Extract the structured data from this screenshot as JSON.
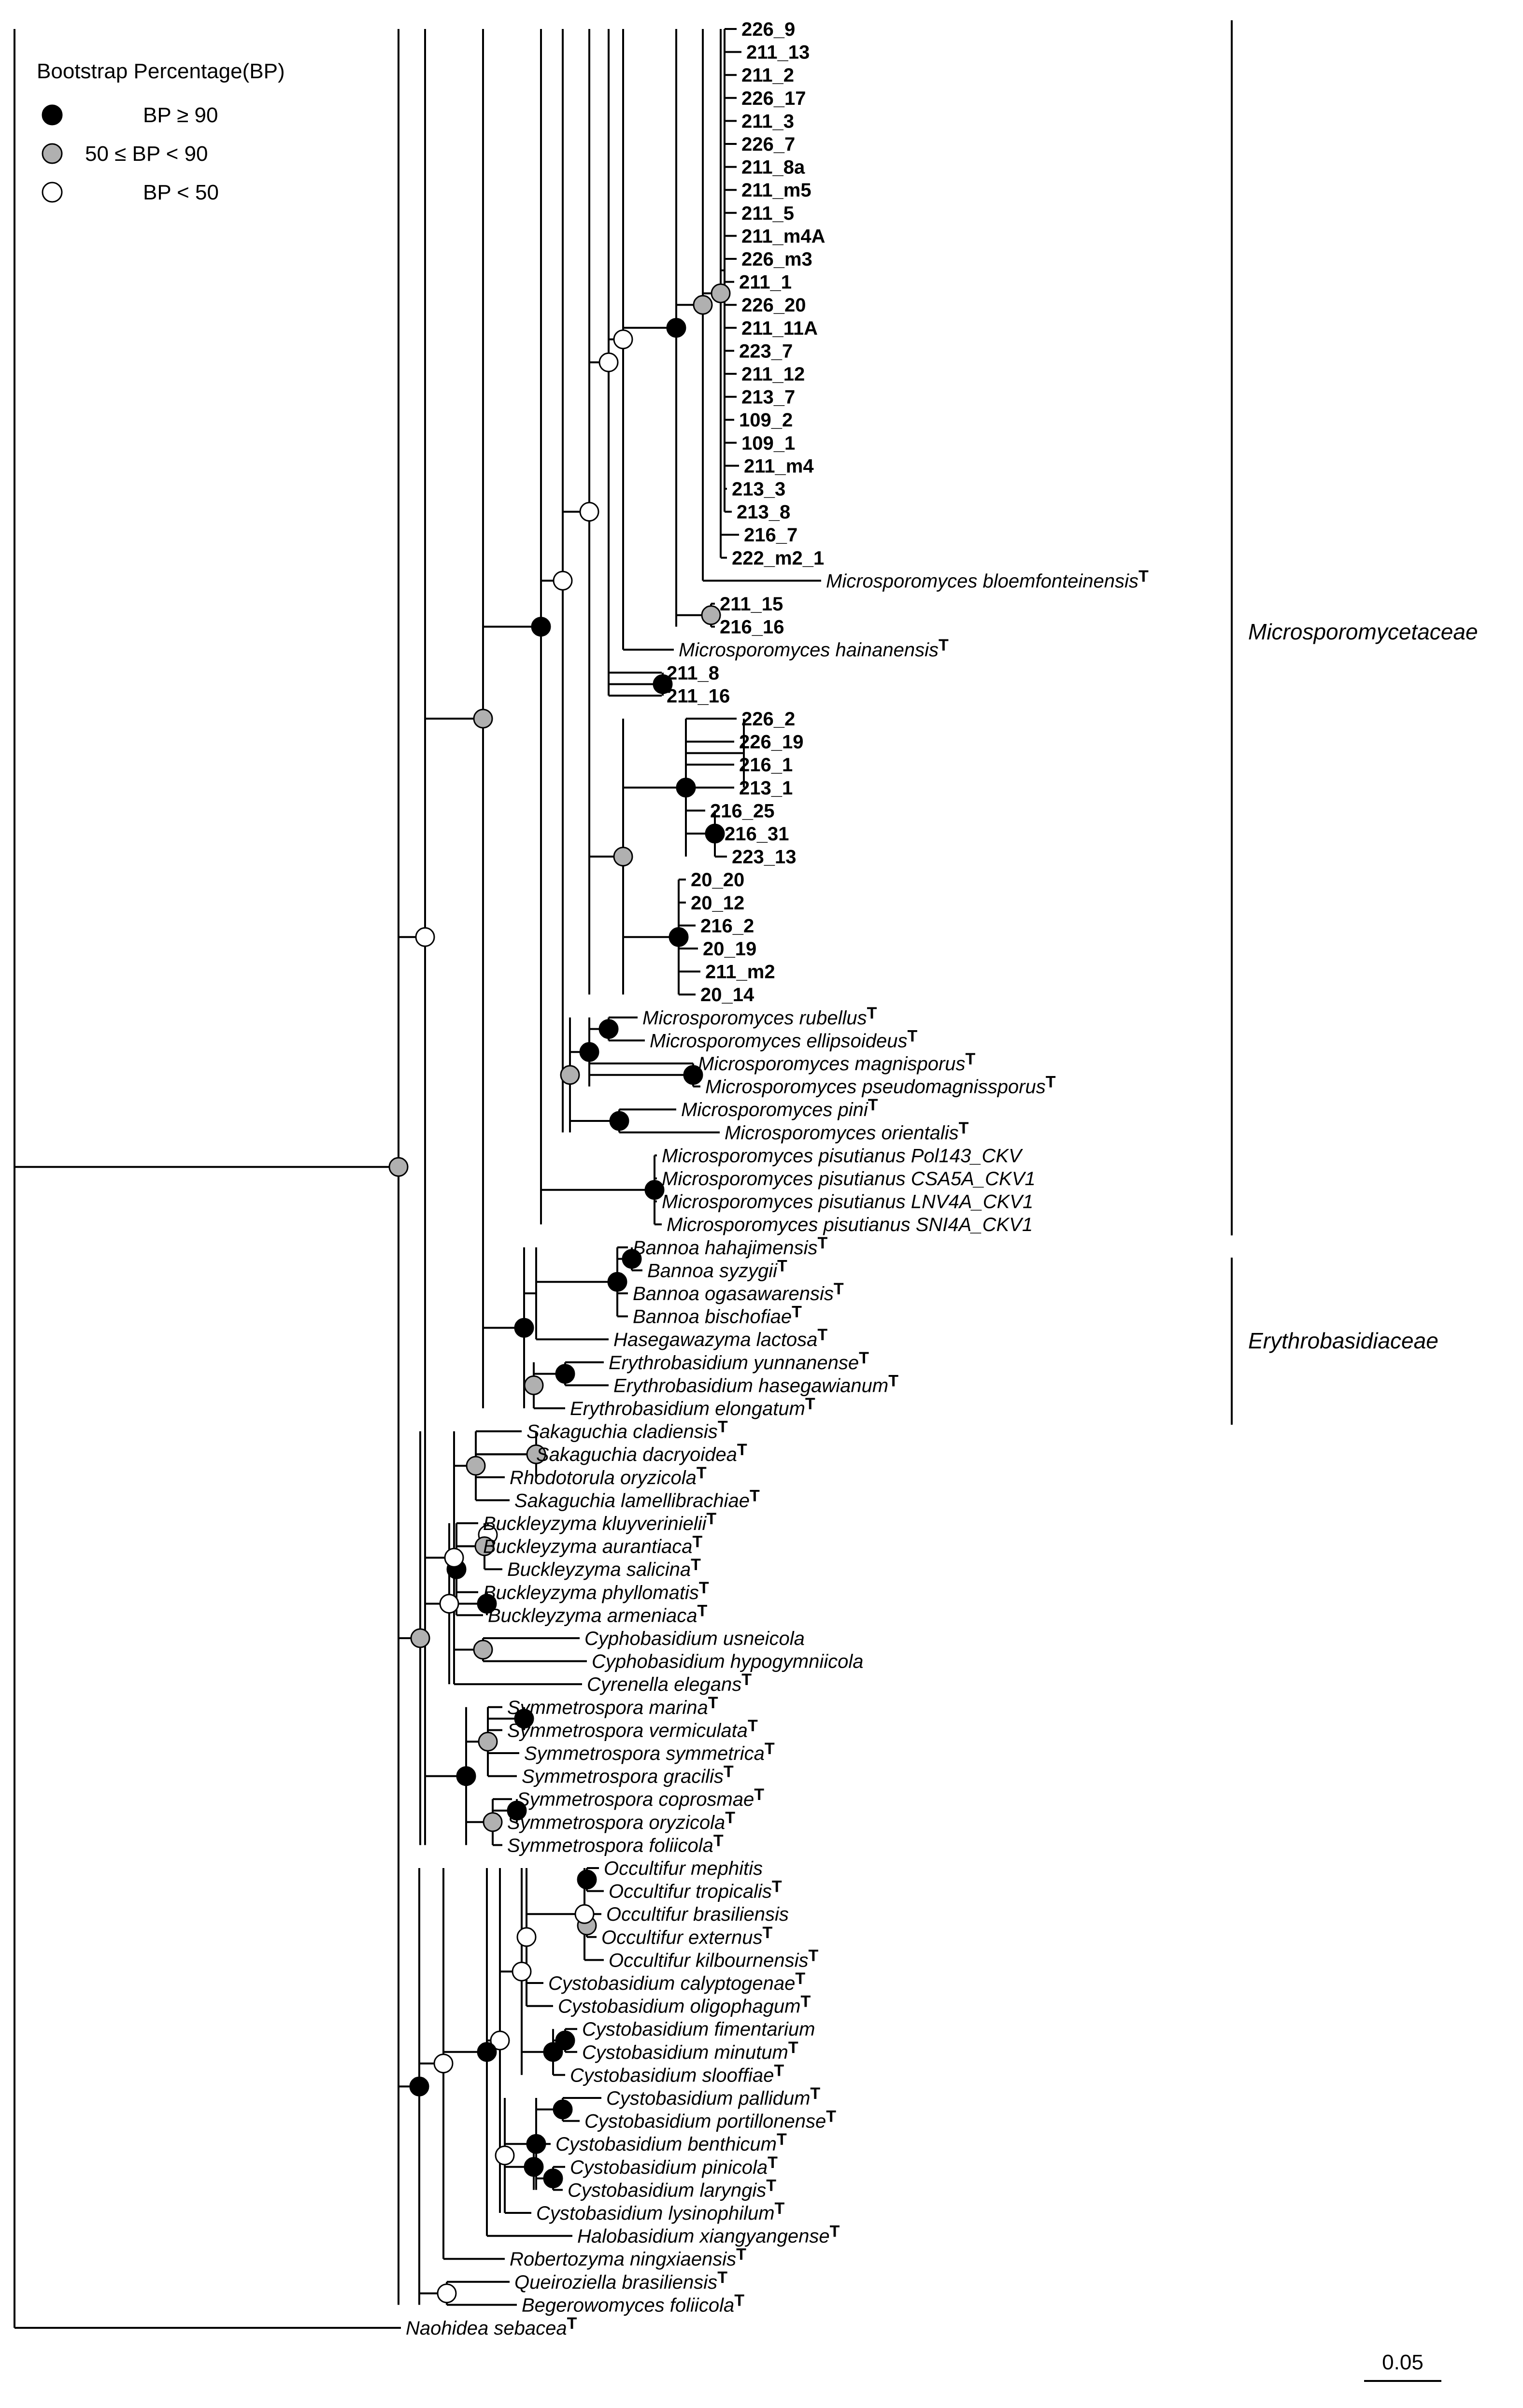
{
  "legend": {
    "title": "Bootstrap Percentage(BP)",
    "items": [
      {
        "label": "BP ≥ 90",
        "color": "#000000"
      },
      {
        "label": "50 ≤ BP < 90",
        "color": "#b0b0b0"
      },
      {
        "label": "BP < 50",
        "color": "#ffffff"
      }
    ]
  },
  "families": [
    {
      "name": "Microsporomycetaceae"
    },
    {
      "name": "Erythrobasidiaceae"
    }
  ],
  "scale_bar": {
    "label": "0.05"
  },
  "taxa": [
    {
      "name": "226_9",
      "type": "isolate"
    },
    {
      "name": "211_13",
      "type": "isolate"
    },
    {
      "name": "211_2",
      "type": "isolate"
    },
    {
      "name": "226_17",
      "type": "isolate"
    },
    {
      "name": "211_3",
      "type": "isolate"
    },
    {
      "name": "226_7",
      "type": "isolate"
    },
    {
      "name": "211_8a",
      "type": "isolate"
    },
    {
      "name": "211_m5",
      "type": "isolate"
    },
    {
      "name": "211_5",
      "type": "isolate"
    },
    {
      "name": "211_m4A",
      "type": "isolate"
    },
    {
      "name": "226_m3",
      "type": "isolate"
    },
    {
      "name": "211_1",
      "type": "isolate"
    },
    {
      "name": "226_20",
      "type": "isolate"
    },
    {
      "name": "211_11A",
      "type": "isolate"
    },
    {
      "name": "223_7",
      "type": "isolate"
    },
    {
      "name": "211_12",
      "type": "isolate"
    },
    {
      "name": "213_7",
      "type": "isolate"
    },
    {
      "name": "109_2",
      "type": "isolate"
    },
    {
      "name": "109_1",
      "type": "isolate"
    },
    {
      "name": "211_m4",
      "type": "isolate"
    },
    {
      "name": "213_3",
      "type": "isolate"
    },
    {
      "name": "213_8",
      "type": "isolate"
    },
    {
      "name": "216_7",
      "type": "isolate"
    },
    {
      "name": "222_m2_1",
      "type": "isolate"
    },
    {
      "name": "Microsporomyces bloemfonteinensis",
      "type": "species",
      "type_strain": "T"
    },
    {
      "name": "211_15",
      "type": "isolate"
    },
    {
      "name": "216_16",
      "type": "isolate"
    },
    {
      "name": "Microsporomyces hainanensis",
      "type": "species",
      "type_strain": "T"
    },
    {
      "name": "211_8",
      "type": "isolate"
    },
    {
      "name": "211_16",
      "type": "isolate"
    },
    {
      "name": "226_2",
      "type": "isolate"
    },
    {
      "name": "226_19",
      "type": "isolate"
    },
    {
      "name": "216_1",
      "type": "isolate"
    },
    {
      "name": "213_1",
      "type": "isolate"
    },
    {
      "name": "216_25",
      "type": "isolate"
    },
    {
      "name": "216_31",
      "type": "isolate"
    },
    {
      "name": "223_13",
      "type": "isolate"
    },
    {
      "name": "20_20",
      "type": "isolate"
    },
    {
      "name": "20_12",
      "type": "isolate"
    },
    {
      "name": "216_2",
      "type": "isolate"
    },
    {
      "name": "20_19",
      "type": "isolate"
    },
    {
      "name": "211_m2",
      "type": "isolate"
    },
    {
      "name": "20_14",
      "type": "isolate"
    },
    {
      "name": "Microsporomyces rubellus",
      "type": "species",
      "type_strain": "T"
    },
    {
      "name": "Microsporomyces ellipsoideus",
      "type": "species",
      "type_strain": "T"
    },
    {
      "name": "Microsporomyces magnisporus",
      "type": "species",
      "type_strain": "T"
    },
    {
      "name": "Microsporomyces pseudomagnissporus",
      "type": "species",
      "type_strain": "T"
    },
    {
      "name": "Microsporomyces pini",
      "type": "species",
      "type_strain": "T"
    },
    {
      "name": "Microsporomyces orientalis",
      "type": "species",
      "type_strain": "T"
    },
    {
      "name": "Microsporomyces pisutianus Pol143_CKV",
      "type": "species"
    },
    {
      "name": "Microsporomyces pisutianus CSA5A_CKV1",
      "type": "species"
    },
    {
      "name": "Microsporomyces pisutianus LNV4A_CKV1",
      "type": "species"
    },
    {
      "name": "Microsporomyces pisutianus SNI4A_CKV1",
      "type": "species"
    },
    {
      "name": "Bannoa hahajimensis",
      "type": "species",
      "type_strain": "T"
    },
    {
      "name": "Bannoa syzygii",
      "type": "species",
      "type_strain": "T"
    },
    {
      "name": "Bannoa ogasawarensis",
      "type": "species",
      "type_strain": "T"
    },
    {
      "name": "Bannoa bischofiae",
      "type": "species",
      "type_strain": "T"
    },
    {
      "name": "Hasegawazyma lactosa",
      "type": "species",
      "type_strain": "T"
    },
    {
      "name": "Erythrobasidium yunnanense",
      "type": "species",
      "type_strain": "T"
    },
    {
      "name": "Erythrobasidium hasegawianum",
      "type": "species",
      "type_strain": "T"
    },
    {
      "name": "Erythrobasidium elongatum",
      "type": "species",
      "type_strain": "T"
    },
    {
      "name": "Sakaguchia cladiensis",
      "type": "species",
      "type_strain": "T"
    },
    {
      "name": "Sakaguchia dacryoidea",
      "type": "species",
      "type_strain": "T"
    },
    {
      "name": "Rhodotorula oryzicola",
      "type": "species",
      "type_strain": "T"
    },
    {
      "name": "Sakaguchia lamellibrachiae",
      "type": "species",
      "type_strain": "T"
    },
    {
      "name": "Buckleyzyma kluyverinielii",
      "type": "species",
      "type_strain": "T"
    },
    {
      "name": "Buckleyzyma aurantiaca",
      "type": "species",
      "type_strain": "T"
    },
    {
      "name": "Buckleyzyma salicina",
      "type": "species",
      "type_strain": "T"
    },
    {
      "name": "Buckleyzyma phyllomatis",
      "type": "species",
      "type_strain": "T"
    },
    {
      "name": "Buckleyzyma armeniaca",
      "type": "species",
      "type_strain": "T"
    },
    {
      "name": "Cyphobasidium usneicola",
      "type": "species"
    },
    {
      "name": "Cyphobasidium hypogymniicola",
      "type": "species"
    },
    {
      "name": "Cyrenella elegans",
      "type": "species",
      "type_strain": "T"
    },
    {
      "name": "Symmetrospora marina",
      "type": "species",
      "type_strain": "T"
    },
    {
      "name": "Symmetrospora vermiculata",
      "type": "species",
      "type_strain": "T"
    },
    {
      "name": "Symmetrospora symmetrica",
      "type": "species",
      "type_strain": "T"
    },
    {
      "name": "Symmetrospora gracilis",
      "type": "species",
      "type_strain": "T"
    },
    {
      "name": "Symmetrospora coprosmae",
      "type": "species",
      "type_strain": "T"
    },
    {
      "name": "Symmetrospora oryzicola",
      "type": "species",
      "type_strain": "T"
    },
    {
      "name": "Symmetrospora foliicola",
      "type": "species",
      "type_strain": "T"
    },
    {
      "name": "Occultifur mephitis",
      "type": "species"
    },
    {
      "name": "Occultifur tropicalis",
      "type": "species",
      "type_strain": "T"
    },
    {
      "name": "Occultifur brasiliensis",
      "type": "species"
    },
    {
      "name": "Occultifur externus",
      "type": "species",
      "type_strain": "T"
    },
    {
      "name": "Occultifur kilbournensis",
      "type": "species",
      "type_strain": "T"
    },
    {
      "name": "Cystobasidium calyptogenae",
      "type": "species",
      "type_strain": "T"
    },
    {
      "name": "Cystobasidium oligophagum",
      "type": "species",
      "type_strain": "T"
    },
    {
      "name": "Cystobasidium fimentarium",
      "type": "species"
    },
    {
      "name": "Cystobasidium minutum",
      "type": "species",
      "type_strain": "T"
    },
    {
      "name": "Cystobasidium slooffiae",
      "type": "species",
      "type_strain": "T"
    },
    {
      "name": "Cystobasidium pallidum",
      "type": "species",
      "type_strain": "T"
    },
    {
      "name": "Cystobasidium portillonense",
      "type": "species",
      "type_strain": "T"
    },
    {
      "name": "Cystobasidium benthicum",
      "type": "species",
      "type_strain": "T"
    },
    {
      "name": "Cystobasidium pinicola",
      "type": "species",
      "type_strain": "T"
    },
    {
      "name": "Cystobasidium laryngis",
      "type": "species",
      "type_strain": "T"
    },
    {
      "name": "Cystobasidium lysinophilum",
      "type": "species",
      "type_strain": "T"
    },
    {
      "name": "Halobasidium xiangyangense",
      "type": "species",
      "type_strain": "T"
    },
    {
      "name": "Robertozyma ningxiaensis",
      "type": "species",
      "type_strain": "T"
    },
    {
      "name": "Queiroziella brasiliensis",
      "type": "species",
      "type_strain": "T"
    },
    {
      "name": "Begerowomyces foliicola",
      "type": "species",
      "type_strain": "T"
    },
    {
      "name": "Naohidea sebacea",
      "type": "species",
      "type_strain": "T"
    }
  ]
}
